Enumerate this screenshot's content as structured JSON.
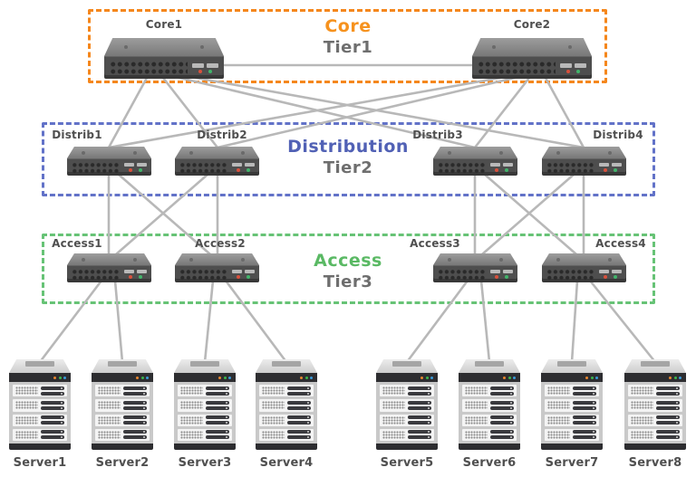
{
  "tiers": [
    {
      "id": "core",
      "name": "Core",
      "tier_label": "Tier1",
      "border_color": "#f5871c",
      "title_color": "#f6921e"
    },
    {
      "id": "distribution",
      "name": "Distribution",
      "tier_label": "Tier2",
      "border_color": "#6272c8",
      "title_color": "#5161b5"
    },
    {
      "id": "access",
      "name": "Access",
      "tier_label": "Tier3",
      "border_color": "#67c376",
      "title_color": "#5ab964"
    }
  ],
  "switches": [
    {
      "id": "core1",
      "label": "Core1",
      "tier": "core"
    },
    {
      "id": "core2",
      "label": "Core2",
      "tier": "core"
    },
    {
      "id": "distrib1",
      "label": "Distrib1",
      "tier": "distribution"
    },
    {
      "id": "distrib2",
      "label": "Distrib2",
      "tier": "distribution"
    },
    {
      "id": "distrib3",
      "label": "Distrib3",
      "tier": "distribution"
    },
    {
      "id": "distrib4",
      "label": "Distrib4",
      "tier": "distribution"
    },
    {
      "id": "access1",
      "label": "Access1",
      "tier": "access"
    },
    {
      "id": "access2",
      "label": "Access2",
      "tier": "access"
    },
    {
      "id": "access3",
      "label": "Access3",
      "tier": "access"
    },
    {
      "id": "access4",
      "label": "Access4",
      "tier": "access"
    }
  ],
  "servers": [
    {
      "id": "server1",
      "label": "Server1"
    },
    {
      "id": "server2",
      "label": "Server2"
    },
    {
      "id": "server3",
      "label": "Server3"
    },
    {
      "id": "server4",
      "label": "Server4"
    },
    {
      "id": "server5",
      "label": "Server5"
    },
    {
      "id": "server6",
      "label": "Server6"
    },
    {
      "id": "server7",
      "label": "Server7"
    },
    {
      "id": "server8",
      "label": "Server8"
    }
  ],
  "links": [
    {
      "from": "core1",
      "to": "core2"
    },
    {
      "from": "core1",
      "to": "distrib1"
    },
    {
      "from": "core1",
      "to": "distrib2"
    },
    {
      "from": "core1",
      "to": "distrib3"
    },
    {
      "from": "core1",
      "to": "distrib4"
    },
    {
      "from": "core2",
      "to": "distrib1"
    },
    {
      "from": "core2",
      "to": "distrib2"
    },
    {
      "from": "core2",
      "to": "distrib3"
    },
    {
      "from": "core2",
      "to": "distrib4"
    },
    {
      "from": "distrib1",
      "to": "access1"
    },
    {
      "from": "distrib1",
      "to": "access2"
    },
    {
      "from": "distrib2",
      "to": "access1"
    },
    {
      "from": "distrib2",
      "to": "access2"
    },
    {
      "from": "distrib3",
      "to": "access3"
    },
    {
      "from": "distrib3",
      "to": "access4"
    },
    {
      "from": "distrib4",
      "to": "access3"
    },
    {
      "from": "distrib4",
      "to": "access4"
    },
    {
      "from": "access1",
      "to": "server1"
    },
    {
      "from": "access1",
      "to": "server2"
    },
    {
      "from": "access2",
      "to": "server3"
    },
    {
      "from": "access2",
      "to": "server4"
    },
    {
      "from": "access3",
      "to": "server5"
    },
    {
      "from": "access3",
      "to": "server6"
    },
    {
      "from": "access4",
      "to": "server7"
    },
    {
      "from": "access4",
      "to": "server8"
    }
  ],
  "link_color": "#b8b8b8"
}
